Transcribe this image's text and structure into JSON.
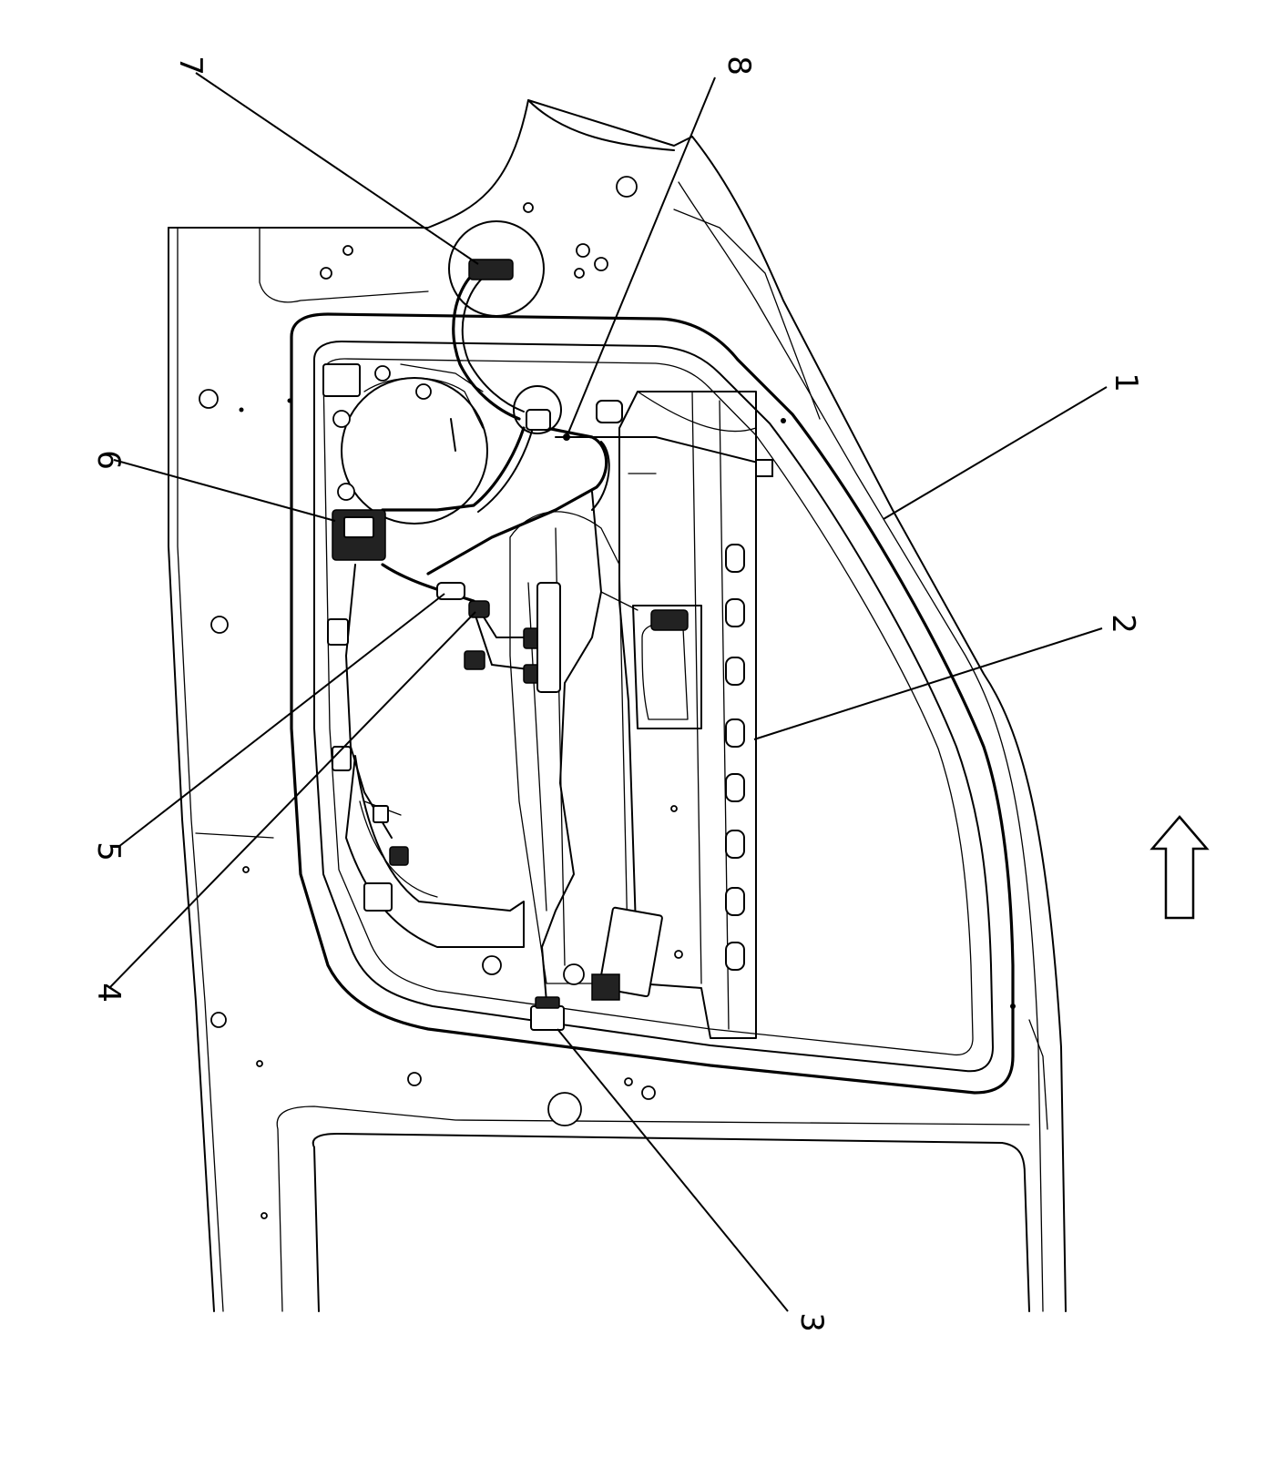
{
  "callouts": [
    {
      "id": "1",
      "label": "1"
    },
    {
      "id": "2",
      "label": "2"
    },
    {
      "id": "3",
      "label": "3"
    },
    {
      "id": "4",
      "label": "4"
    },
    {
      "id": "5",
      "label": "5"
    },
    {
      "id": "6",
      "label": "6"
    },
    {
      "id": "7",
      "label": "7"
    },
    {
      "id": "8",
      "label": "8"
    }
  ],
  "icons": {
    "direction_arrow": "up-arrow-icon"
  },
  "colors": {
    "line": "#000000",
    "background": "#ffffff"
  }
}
